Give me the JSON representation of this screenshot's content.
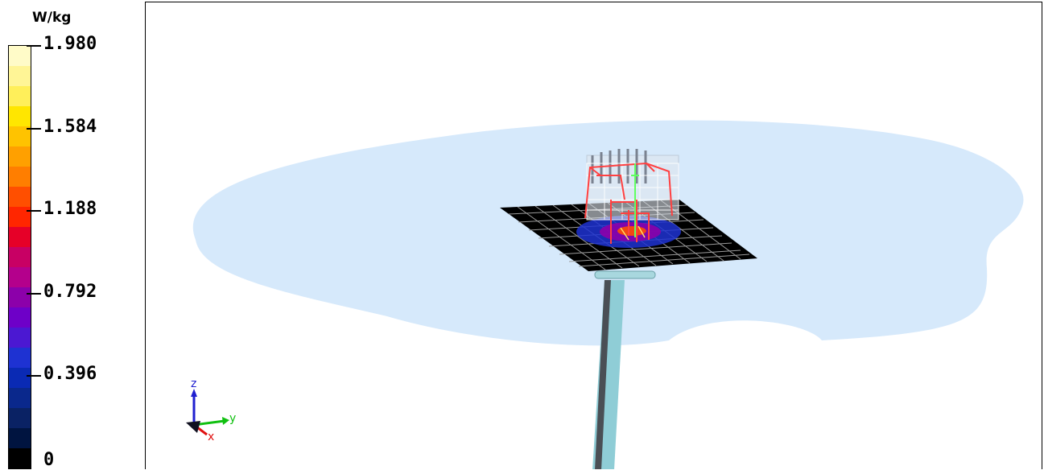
{
  "legend": {
    "unit": "W/kg",
    "ticks": [
      {
        "label": "1.980",
        "value": 1.98
      },
      {
        "label": "1.584",
        "value": 1.584
      },
      {
        "label": "1.188",
        "value": 1.188
      },
      {
        "label": "0.792",
        "value": 0.792
      },
      {
        "label": "0.396",
        "value": 0.396
      },
      {
        "label": "0",
        "value": 0
      }
    ],
    "colors": [
      "#fffbc8",
      "#fff596",
      "#ffef5a",
      "#ffe600",
      "#ffc300",
      "#ffa000",
      "#ff7e00",
      "#ff4f00",
      "#ff2600",
      "#e60028",
      "#c80064",
      "#b4008c",
      "#8c00aa",
      "#6e00c8",
      "#4b18d2",
      "#1e32d2",
      "#0a2ab4",
      "#0a288c",
      "#0a2264",
      "#001440",
      "#000000"
    ]
  },
  "viewport": {
    "phantom_color": "#d6e9fb",
    "grid_plate_color": "#000000",
    "probe_color": "#8fcdd6",
    "highlight_color": "#ff4040"
  },
  "axes": {
    "z_label": "z",
    "y_label": "y",
    "x_label": "x",
    "colors": {
      "z": "#2020d0",
      "y": "#10c010",
      "x": "#e01010"
    }
  }
}
